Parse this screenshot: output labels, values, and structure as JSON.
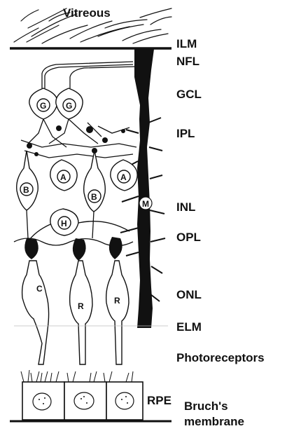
{
  "labels": {
    "vitreous": "Vitreous",
    "ilm": "ILM",
    "nfl": "NFL",
    "gcl": "GCL",
    "ipl": "IPL",
    "inl": "INL",
    "opl": "OPL",
    "onl": "ONL",
    "elm": "ELM",
    "photoreceptors": "Photoreceptors",
    "rpe": "RPE",
    "bruchs_1": "Bruch's",
    "bruchs_2": "membrane"
  },
  "cells": {
    "ganglion": "G",
    "amacrine": "A",
    "bipolar": "B",
    "horizontal": "H",
    "cone": "C",
    "rod": "R",
    "muller": "M"
  },
  "colors": {
    "ink": "#111111",
    "background": "#ffffff"
  }
}
